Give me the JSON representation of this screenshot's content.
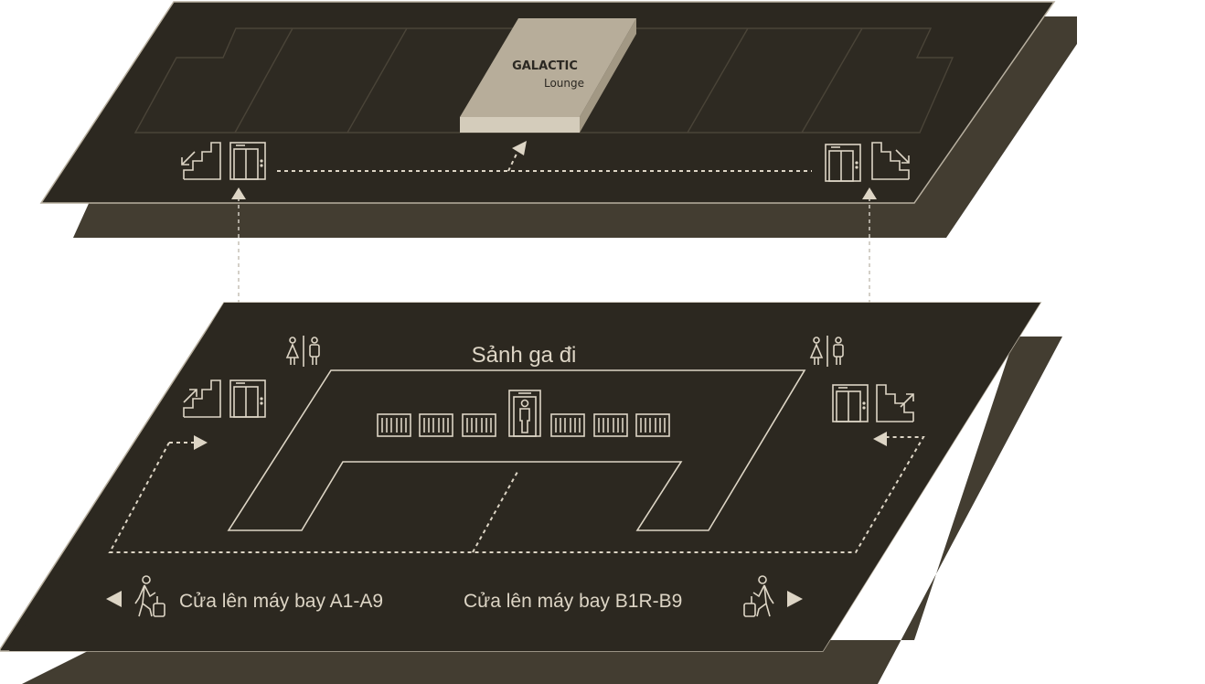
{
  "upper_floor": {
    "lounge": {
      "brand": "GALACTIC",
      "name": "Lounge"
    }
  },
  "lower_floor": {
    "hall_label": "Sảnh ga đi",
    "gate_left_label": "Cửa lên máy bay A1-A9",
    "gate_right_label": "Cửa lên máy bay B1R-B9"
  },
  "colors": {
    "floor": "#2c2820",
    "floor_shadow": "#433d31",
    "edge": "#b8b0a0",
    "line": "#ddd5c5",
    "lounge_top": "#b7ad9a",
    "lounge_side": "#d4ccbb"
  },
  "icons": [
    "stairs-down-icon",
    "elevator-icon",
    "stairs-up-icon",
    "restroom-icon",
    "security-gate-icon",
    "turnstile-icon",
    "traveler-icon",
    "arrow-left-icon",
    "arrow-right-icon"
  ]
}
